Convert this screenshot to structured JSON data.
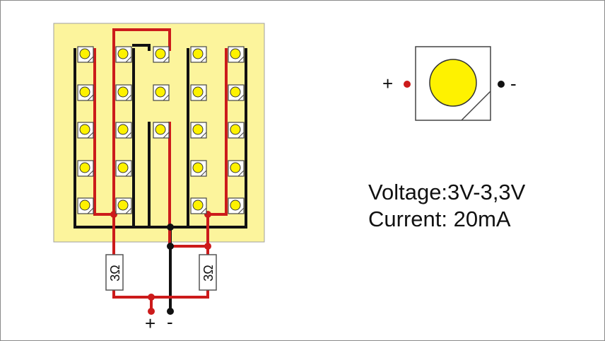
{
  "diagram": {
    "board": {
      "color": "#fcf49c"
    },
    "led_grid": {
      "columns": 5,
      "rows": 5,
      "missing": [
        [
          2,
          3
        ],
        [
          2,
          4
        ]
      ]
    },
    "wire_colors": {
      "positive": "#cc1b1b",
      "negative": "#111111"
    },
    "resistor_left": {
      "label": "3Ω"
    },
    "resistor_right": {
      "label": "3Ω"
    },
    "supply_plus": {
      "label": "+"
    },
    "supply_minus": {
      "label": "-"
    },
    "led_symbol": {
      "plus_label": "+",
      "minus_label": "-",
      "chip_color": "#fef200"
    },
    "specs": {
      "voltage": "Voltage:3V-3,3V",
      "current": "Current: 20mA"
    }
  }
}
